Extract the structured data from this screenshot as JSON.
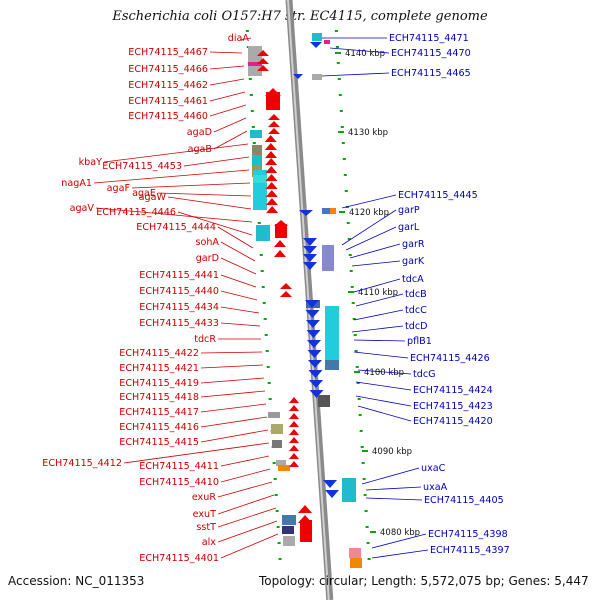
{
  "title": "Escherichia coli O157:H7 str. EC4115, complete genome",
  "accession": "Accession: NC_011353",
  "topology": "Topology: circular; Length: 5,572,075 bp; Genes: 5,447",
  "colors": {
    "left_label": "#cc0000",
    "right_label": "#0000bb",
    "forward_strand": "#ee0000",
    "reverse_strand": "#1133dd",
    "backbone": "#999999",
    "tick": "#00aa00"
  },
  "kbp_ticks": [
    "4140 kbp",
    "4130 kbp",
    "4120 kbp",
    "4110 kbp",
    "4100 kbp",
    "4090 kbp",
    "4080 kbp"
  ],
  "left_labels": [
    "diaA",
    "ECH74115_4467",
    "ECH74115_4466",
    "ECH74115_4462",
    "ECH74115_4461",
    "ECH74115_4460",
    "agaD",
    "agaB",
    "kbaY",
    "ECH74115_4453",
    "nagA1",
    "agaF",
    "agaE",
    "agaW",
    "agaV",
    "ECH74115_4446",
    "ECH74115_4444",
    "sohA",
    "garD",
    "ECH74115_4441",
    "ECH74115_4440",
    "ECH74115_4434",
    "ECH74115_4433",
    "tdcR",
    "ECH74115_4422",
    "ECH74115_4421",
    "ECH74115_4419",
    "ECH74115_4418",
    "ECH74115_4417",
    "ECH74115_4416",
    "ECH74115_4415",
    "ECH74115_4412",
    "ECH74115_4411",
    "ECH74115_4410",
    "exuR",
    "exuT",
    "sstT",
    "alx",
    "ECH74115_4401"
  ],
  "right_labels": [
    "ECH74115_4471",
    "ECH74115_4470",
    "ECH74115_4465",
    "ECH74115_4445",
    "garP",
    "garL",
    "garR",
    "garK",
    "tdcA",
    "tdcB",
    "tdcC",
    "tdcD",
    "pflB1",
    "ECH74115_4426",
    "tdcG",
    "ECH74115_4424",
    "ECH74115_4423",
    "ECH74115_4420",
    "uxaC",
    "uxaA",
    "ECH74115_4405",
    "ECH74115_4398",
    "ECH74115_4397"
  ]
}
